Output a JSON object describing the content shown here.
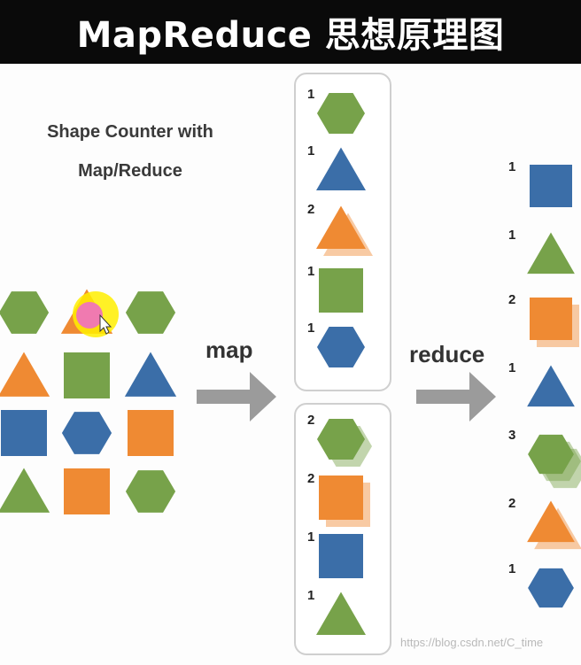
{
  "title": "MapReduce 思想原理图",
  "subtitle": {
    "line1": "Shape Counter with",
    "line2": "Map/Reduce"
  },
  "labels": {
    "map": "map",
    "reduce": "reduce"
  },
  "colors": {
    "green": "#77a24a",
    "orange": "#ef8a33",
    "blue": "#3b6ea8",
    "arrow": "#9b9b9b"
  },
  "input_grid": [
    [
      "green-hexagon",
      "orange-triangle",
      "green-hexagon"
    ],
    [
      "orange-triangle",
      "green-square",
      "blue-triangle"
    ],
    [
      "blue-square",
      "blue-hexagon",
      "orange-square"
    ],
    [
      "green-triangle",
      "orange-square",
      "green-hexagon"
    ]
  ],
  "map_group_1": [
    {
      "count": "1",
      "shape": "green-hexagon"
    },
    {
      "count": "1",
      "shape": "blue-triangle"
    },
    {
      "count": "2",
      "shape": "orange-triangle"
    },
    {
      "count": "1",
      "shape": "green-square"
    },
    {
      "count": "1",
      "shape": "blue-hexagon"
    }
  ],
  "map_group_2": [
    {
      "count": "2",
      "shape": "green-hexagon"
    },
    {
      "count": "2",
      "shape": "orange-square"
    },
    {
      "count": "1",
      "shape": "blue-square"
    },
    {
      "count": "1",
      "shape": "green-triangle"
    }
  ],
  "reduce_output": [
    {
      "count": "1",
      "shape": "blue-square"
    },
    {
      "count": "1",
      "shape": "green-triangle"
    },
    {
      "count": "2",
      "shape": "orange-square"
    },
    {
      "count": "1",
      "shape": "blue-triangle"
    },
    {
      "count": "3",
      "shape": "green-hexagon"
    },
    {
      "count": "2",
      "shape": "orange-triangle"
    },
    {
      "count": "1",
      "shape": "blue-hexagon"
    }
  ],
  "watermark": "https://blog.csdn.net/C_time"
}
